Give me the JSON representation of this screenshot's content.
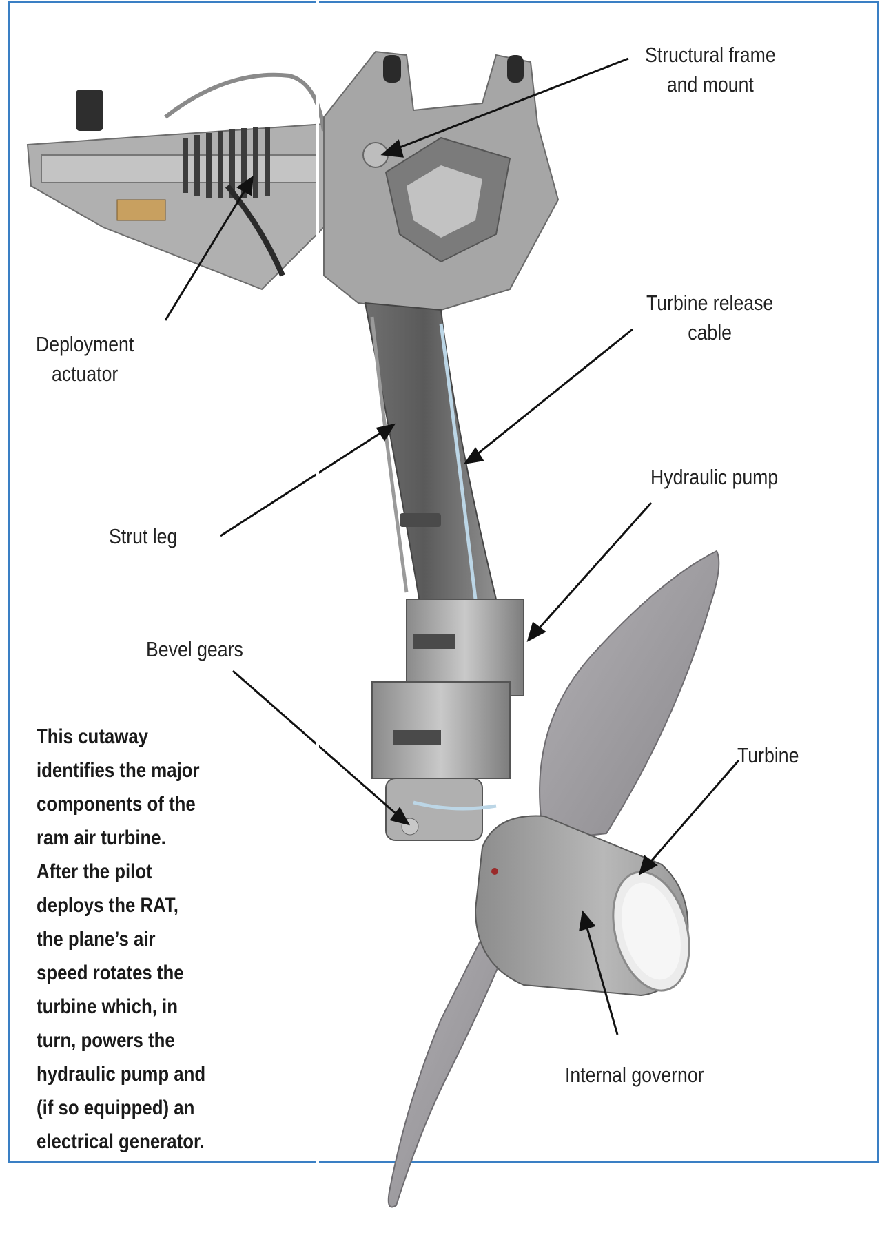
{
  "labels": {
    "structural_frame": [
      "Structural frame",
      "and mount"
    ],
    "deployment_actuator": [
      "Deployment",
      "actuator"
    ],
    "turbine_release_cable": [
      "Turbine release",
      "cable"
    ],
    "hydraulic_pump": [
      "Hydraulic pump"
    ],
    "strut_leg": [
      "Strut leg"
    ],
    "bevel_gears": [
      "Bevel gears"
    ],
    "turbine": [
      "Turbine"
    ],
    "internal_governor": [
      "Internal governor"
    ]
  },
  "caption": [
    "This cutaway",
    "identifies the major",
    "components of the",
    "ram air turbine.",
    "After the pilot",
    "deploys the RAT,",
    "the plane’s air",
    "speed rotates the",
    "turbine which, in",
    "turn, powers the",
    "hydraulic pump and",
    "(if so equipped) an",
    "electrical generator."
  ],
  "colors": {
    "frame": "#3a7fc4",
    "metal": "#a9a9a9",
    "blade": "#9c9a9e",
    "text": "#222222"
  }
}
